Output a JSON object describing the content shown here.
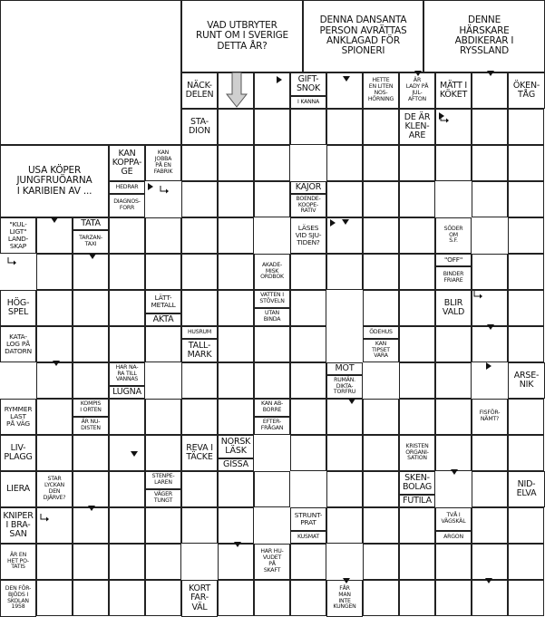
{
  "puzzle": {
    "clues": [
      {
        "id": "c1",
        "text": "VAD UTBRYTER\nRUNT OM I SVERIGE\nDETTA ÅR?"
      },
      {
        "id": "c2",
        "text": "DENNA DANSANTA\nPERSON AVRÄTTAS\nANKLAGAD FÖR\nSPIONERI"
      },
      {
        "id": "c3",
        "text": "DENNE\nHÄRSKARE\nABDIKERAR I\nRYSSLAND"
      },
      {
        "id": "c4",
        "text": "NÄCK-\nDELEN"
      },
      {
        "id": "c5",
        "text": "STA-\nDION"
      },
      {
        "id": "c6",
        "text": "GIFT-\nSNOK"
      },
      {
        "id": "c7",
        "text": "I KANNA"
      },
      {
        "id": "c8",
        "text": "HETTE\nEN LITEN\nNOS-\nHÖRNING"
      },
      {
        "id": "c9",
        "text": "ÄR\nLADY PÅ\nJUL-\nAFTON"
      },
      {
        "id": "c10",
        "text": "MÄTT I\nKÖKET"
      },
      {
        "id": "c11",
        "text": "ÖKEN-\nTÅG"
      },
      {
        "id": "c12",
        "text": "DE ÄR\nKLEN-\nARE"
      },
      {
        "id": "c13",
        "text": "USA KÖPER\nJUNGFRUÖARNA\nI KARIBIEN AV ..."
      },
      {
        "id": "c14",
        "text": "KAN\nKOPPA-\nGE"
      },
      {
        "id": "c15",
        "text": "KAN\nJOBBA\nPÅ EN\nFABRIK"
      },
      {
        "id": "c16",
        "text": "HEDRAR"
      },
      {
        "id": "c17",
        "text": "DIAGNOS-\nFORR"
      },
      {
        "id": "c18",
        "text": "\"KUL-\nLIGT\"\nLAND-\nSKAP"
      },
      {
        "id": "c19",
        "text": "TÄTA"
      },
      {
        "id": "c20",
        "text": "TARZAN-\nTAXI"
      },
      {
        "id": "c21",
        "text": "KAJOR"
      },
      {
        "id": "c22",
        "text": "BOENDE-\nKOOPE-\nRATIV"
      },
      {
        "id": "c23",
        "text": "LÄSES\nVID SJU-\nTIDEN?"
      },
      {
        "id": "c24",
        "text": "SÖDER\nOM\nS.F."
      },
      {
        "id": "c25",
        "text": "\"OFF\""
      },
      {
        "id": "c26",
        "text": "BINDER\nFRIARE"
      },
      {
        "id": "c27",
        "text": "BLIR\nVALD"
      },
      {
        "id": "c28",
        "text": "AKADE-\nMISK\nORDBOK"
      },
      {
        "id": "c29",
        "text": "VATTEN I\nSTÖVELN"
      },
      {
        "id": "c30",
        "text": "UTAN\nBINDA"
      },
      {
        "id": "c31",
        "text": "HÖG-\nSPEL"
      },
      {
        "id": "c32",
        "text": "KATA-\nLOG PÅ\nDATORN"
      },
      {
        "id": "c33",
        "text": "LÄTT-\nMETALL"
      },
      {
        "id": "c34",
        "text": "ÄKTA"
      },
      {
        "id": "c35",
        "text": "HUSRUM"
      },
      {
        "id": "c36",
        "text": "TALL-\nMARK"
      },
      {
        "id": "c37",
        "text": "ÖDEHUS"
      },
      {
        "id": "c38",
        "text": "KAN\nTIPSET\nVARA"
      },
      {
        "id": "c39",
        "text": "MOT"
      },
      {
        "id": "c40",
        "text": "RUMÄN.\nDIKTA-\nTORFRU"
      },
      {
        "id": "c41",
        "text": "ARSE-\nNIK"
      },
      {
        "id": "c42",
        "text": "HAR NA-\nRA TILL\nVANNAS"
      },
      {
        "id": "c43",
        "text": "LUGNA"
      },
      {
        "id": "c44",
        "text": "RYMMER\nLAST\nPÅ VÄG"
      },
      {
        "id": "c45",
        "text": "KOMPIS\nI ORTEN"
      },
      {
        "id": "c46",
        "text": "ÄR NU-\nDISTEN"
      },
      {
        "id": "c47",
        "text": "KAN AB-\nBORRE"
      },
      {
        "id": "c48",
        "text": "EFTER-\nFRÅGAN"
      },
      {
        "id": "c49",
        "text": "FISFÖR-\nNÄMT?"
      },
      {
        "id": "c50",
        "text": "LIV-\nPLAGG"
      },
      {
        "id": "c51",
        "text": "NORSK\nLÄSK"
      },
      {
        "id": "c52",
        "text": "REVA I\nTÄCKE"
      },
      {
        "id": "c53",
        "text": "GISSA"
      },
      {
        "id": "c54",
        "text": "KRISTEN\nORGANI-\nSATION"
      },
      {
        "id": "c55",
        "text": "LIERA"
      },
      {
        "id": "c56",
        "text": "STAR\nLYCKAN\nDEN\nDJÄRVE?"
      },
      {
        "id": "c57",
        "text": "STENPE-\nLAREN"
      },
      {
        "id": "c58",
        "text": "VÄGER\nTUNGT"
      },
      {
        "id": "c59",
        "text": "SKEN-\nBOLAG"
      },
      {
        "id": "c60",
        "text": "NID-\nELVA"
      },
      {
        "id": "c61",
        "text": "FUTILA"
      },
      {
        "id": "c62",
        "text": "KNIPER\nI BRA-\nSAN"
      },
      {
        "id": "c63",
        "text": "STRUNT-\nPRAT"
      },
      {
        "id": "c64",
        "text": "KUSMAT"
      },
      {
        "id": "c65",
        "text": "TVÅ I\nVÄGSKÄL"
      },
      {
        "id": "c66",
        "text": "ARGON"
      },
      {
        "id": "c67",
        "text": "ÄR EN\nHET PO-\nTATIS"
      },
      {
        "id": "c68",
        "text": "HAR HU-\nVUDET\nPÅ\nSKAFT"
      },
      {
        "id": "c69",
        "text": "DEN FÖR-\nBJÖDS I\nSKOLAN\n1958"
      },
      {
        "id": "c70",
        "text": "KORT\nFAR-\nVÄL"
      },
      {
        "id": "c71",
        "text": "FÅR\nMAN\nINTE\nKUNGEN"
      }
    ]
  }
}
